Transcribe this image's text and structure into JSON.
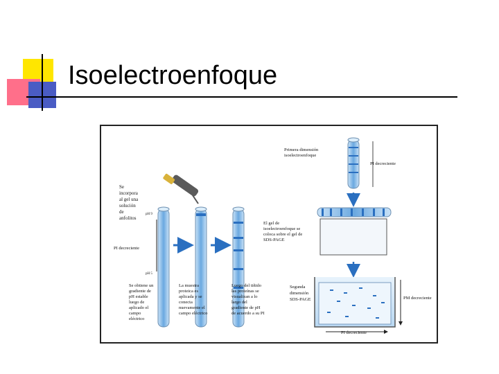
{
  "slide": {
    "title": "Isoelectroenfoque"
  },
  "figure": {
    "labels": {
      "add_ampholytes": [
        "Se",
        "incorpora",
        "al gel una",
        "solución",
        "de",
        "anfolitos"
      ],
      "pi_decreasing_left": "PI decreciente",
      "ph_top": "pH 9",
      "ph_bottom": "pH 5",
      "step1": [
        "Se obtiene un",
        "gradiente de",
        "pH estable",
        "luego de",
        "aplicado el",
        "campo",
        "eléctrico"
      ],
      "step2": [
        "La muestra",
        "proteica es",
        "aplicada y se",
        "conecta",
        "nuevamente el",
        "campo eléctrico"
      ],
      "step3": [
        "Luego del tiñido",
        "las proteínas se",
        "visualizan a lo",
        "largo del",
        "gradiente de pH",
        "de acuerdo a su PI"
      ],
      "first_dimension": [
        "Primera dimensión",
        "isoelectroenfoque"
      ],
      "pi_decreasing_right": "PI decreciente",
      "gel_placed": [
        "El gel de",
        "isoelectroenfoque se",
        "coloca sobre el gel de",
        "SDS-PAGE"
      ],
      "second_dimension": [
        "Segunda",
        "dimensión",
        "SDS-PAGE"
      ],
      "pm_decreasing": "PM decreciente",
      "pi_decreasing_bottom": "PI decreciente"
    }
  },
  "colors": {
    "yellow": "#ffe600",
    "red": "#ff6f8a",
    "blue": "#4a5cc4",
    "gel_blue": "#7fb6e6",
    "band_blue": "#2a6fc0"
  }
}
